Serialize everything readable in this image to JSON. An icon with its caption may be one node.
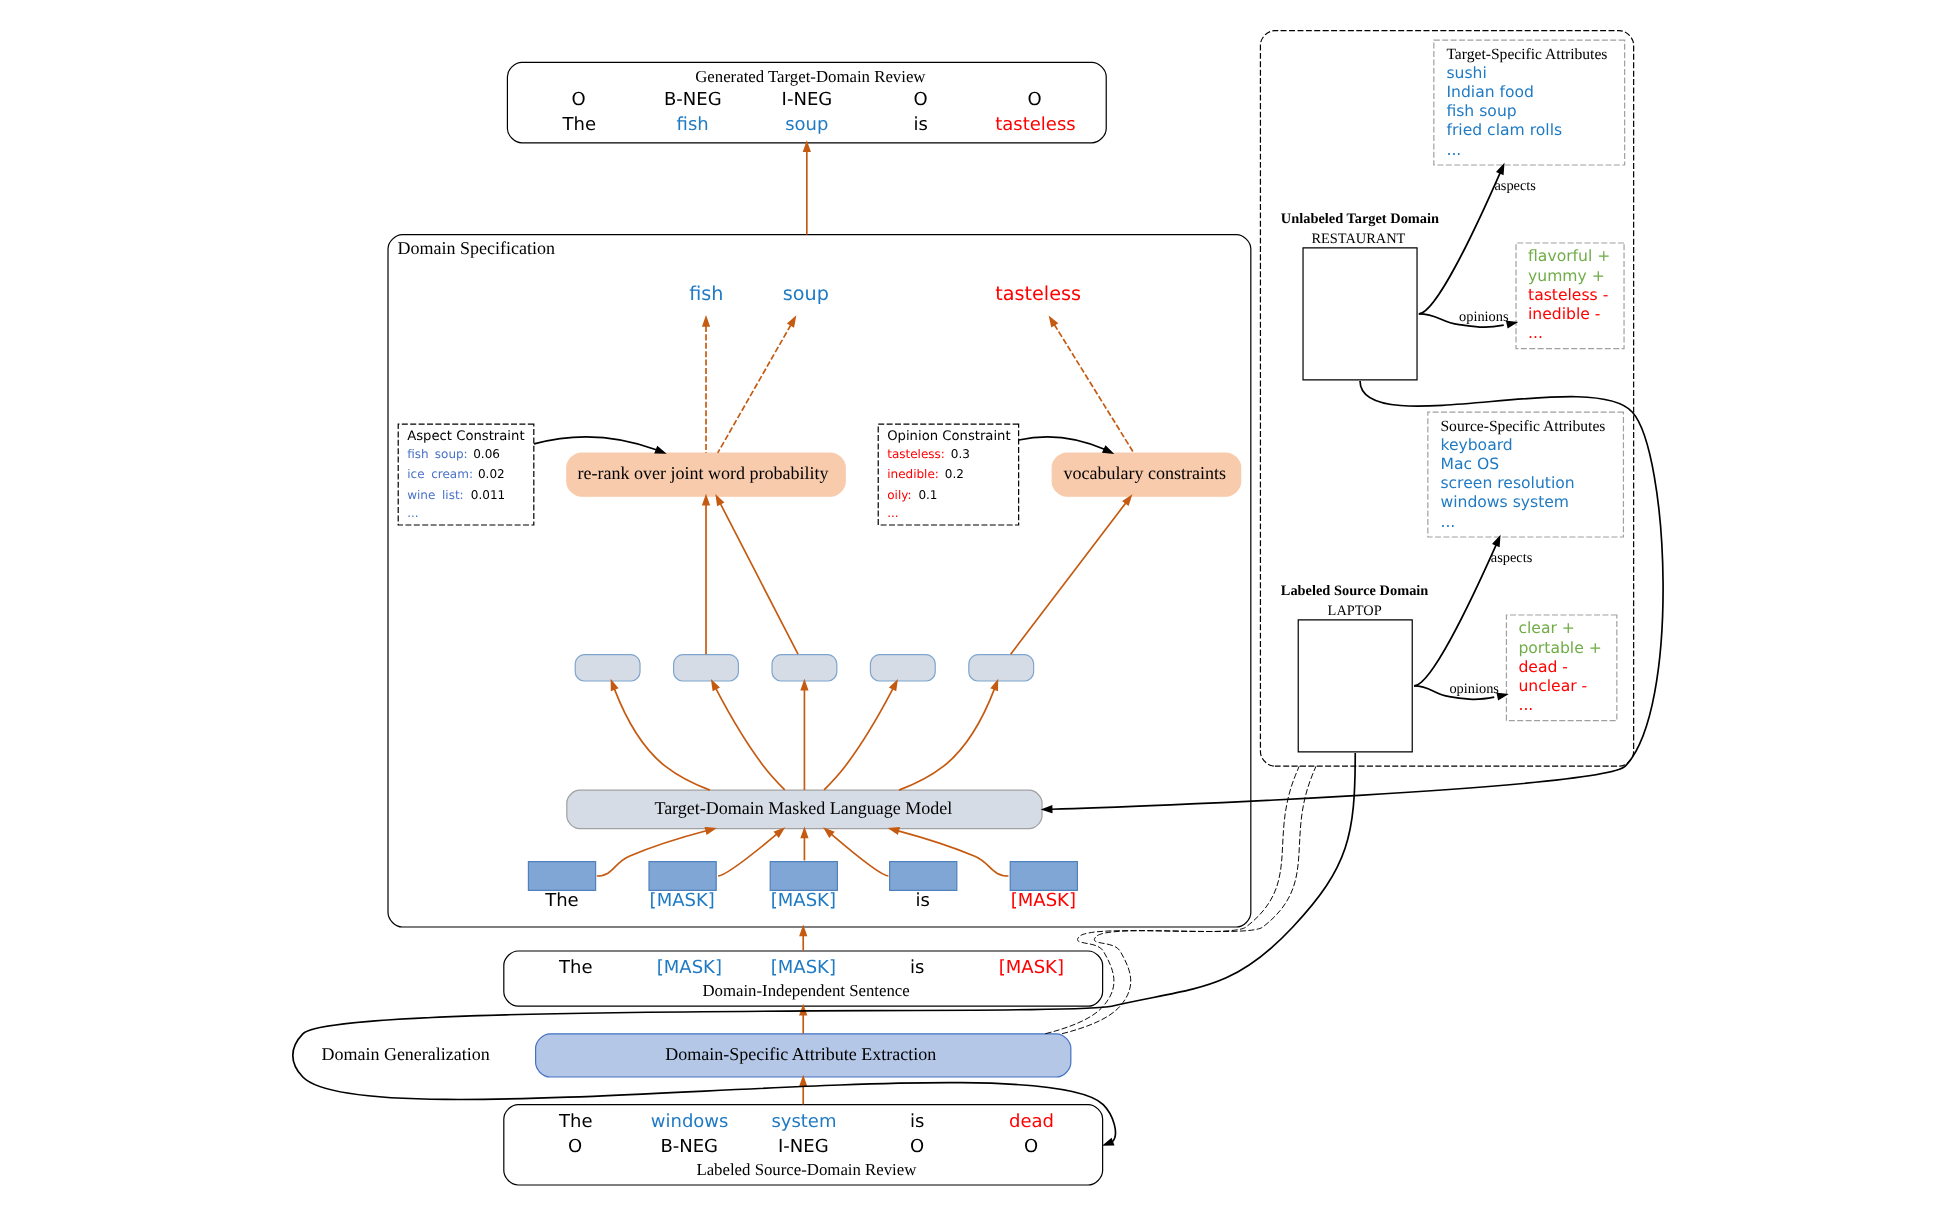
{
  "diagram": {
    "nodes": [
      {
        "text": [
          "Generated Target-Domain Review",
          "O B-NEG I-NEG O O",
          "The fish soup is tasteless"
        ]
      },
      {
        "text": [
          "Domain Specification"
        ]
      },
      {
        "text": [
          "Aspect Constraint",
          "fish soup: 0.06",
          "ice cream: 0.02",
          "wine list: 0.011",
          "..."
        ],
        "in": 1
      },
      {
        "text": [
          "fish"
        ],
        "in": 1
      },
      {
        "text": [
          "soup"
        ],
        "in": 1
      },
      {
        "text": [
          "Opinion Constraint",
          "tasteless: 0.3",
          "inedible: 0.2",
          "oily: 0.1",
          "..."
        ],
        "in": 1
      },
      {
        "text": [
          "tasteless"
        ],
        "in": 1
      },
      {
        "text": [
          "re-rank over joint word probability"
        ],
        "in": 1
      },
      {
        "text": [
          "vocabulary constraints"
        ],
        "in": 1
      },
      {
        "text": [],
        "shape": "box",
        "in": 1
      },
      {
        "text": [],
        "shape": "box",
        "in": 1
      },
      {
        "text": [],
        "shape": "box",
        "in": 1
      },
      {
        "text": [],
        "shape": "box",
        "in": 1
      },
      {
        "text": [],
        "shape": "box",
        "in": 1
      },
      {
        "text": [
          "Target-Domain Masked Language Model"
        ],
        "in": 1
      },
      {
        "text": [],
        "shape": "box",
        "in": 1,
        "beside": [
          "The"
        ]
      },
      {
        "text": [],
        "shape": "box",
        "in": 1,
        "beside": [
          "[MASK]"
        ]
      },
      {
        "text": [],
        "shape": "box",
        "in": 1,
        "beside": [
          "[MASK]"
        ]
      },
      {
        "text": [],
        "shape": "box",
        "in": 1,
        "beside": [
          "is"
        ]
      },
      {
        "text": [],
        "shape": "box",
        "in": 1,
        "beside": [
          "[MASK]"
        ]
      },
      {
        "text": [
          "The [MASK] [MASK] is [MASK]",
          "Domain-Independent Sentence"
        ]
      },
      {
        "text": [
          "Domain-Specific Attribute Extraction"
        ]
      },
      {
        "text": [
          "The windows system is dead",
          "O B-NEG I-NEG O O",
          "Labeled Source-Domain Review"
        ]
      },
      {
        "text": [],
        "shape": "box"
      },
      {
        "text": [
          "Unlabeled Target Domain",
          "RESTAURANT"
        ],
        "in": 23
      },
      {
        "text": [
          "Target-Specific Attributes",
          "sushi",
          "Indian food",
          "fish soup",
          "fried clam rolls",
          "..."
        ],
        "in": 23
      },
      {
        "text": [
          "flavorful +",
          "yummy +",
          "tasteless -",
          "inedible -",
          "..."
        ],
        "in": 23
      },
      {
        "text": [
          "Labeled Source Domain",
          "LAPTOP"
        ],
        "in": 23
      },
      {
        "text": [
          "Source-Specific Attributes",
          "keyboard",
          "Mac OS",
          "screen resolution",
          "windows system",
          "..."
        ],
        "in": 23
      },
      {
        "text": [
          "clear +",
          "portable +",
          "dead -",
          "unclear -",
          "..."
        ],
        "in": 23
      }
    ],
    "edges": [
      {
        "from": 15,
        "to": 14,
        "arrow": "to"
      },
      {
        "from": 16,
        "to": 14,
        "arrow": "to"
      },
      {
        "from": 17,
        "to": 14,
        "arrow": "to"
      },
      {
        "from": 18,
        "to": 14,
        "arrow": "to"
      },
      {
        "from": 19,
        "to": 14,
        "arrow": "to"
      },
      {
        "from": 14,
        "to": 9,
        "arrow": "to"
      },
      {
        "from": 14,
        "to": 10,
        "arrow": "to"
      },
      {
        "from": 14,
        "to": 11,
        "arrow": "to"
      },
      {
        "from": 14,
        "to": 12,
        "arrow": "to"
      },
      {
        "from": 14,
        "to": 13,
        "arrow": "to"
      },
      {
        "from": 10,
        "to": 7,
        "arrow": "to"
      },
      {
        "from": 11,
        "to": 7,
        "arrow": "to"
      },
      {
        "from": 13,
        "to": 8,
        "arrow": "to"
      },
      {
        "from": 2,
        "to": 7,
        "arrow": "to",
        "color": "#000000"
      },
      {
        "from": 5,
        "to": 8,
        "arrow": "to",
        "color": "#000000"
      },
      {
        "from": 7,
        "to": 3,
        "arrow": "to",
        "style": "dashed"
      },
      {
        "from": 7,
        "to": 4,
        "arrow": "to",
        "style": "dashed"
      },
      {
        "from": 8,
        "to": 6,
        "arrow": "to",
        "style": "dashed"
      },
      {
        "from": 1,
        "to": 0,
        "arrow": "to"
      },
      {
        "from": 20,
        "to": 1,
        "arrow": "to"
      },
      {
        "from": 21,
        "to": 20,
        "arrow": "to"
      },
      {
        "from": 22,
        "to": 21,
        "arrow": "to"
      },
      {
        "from": 21,
        "to": 23,
        "arrow": "none",
        "style": "dashed",
        "color": "#000000"
      },
      {
        "from": 21,
        "to": 23,
        "arrow": "none",
        "style": "dashed",
        "color": "#000000"
      },
      {
        "from": 24,
        "to": 25,
        "arrow": "to",
        "label": "aspects",
        "color": "#000000"
      },
      {
        "from": 24,
        "to": 26,
        "arrow": "to",
        "label": "opinions",
        "color": "#000000"
      },
      {
        "from": 27,
        "to": 28,
        "arrow": "to",
        "label": "aspects",
        "color": "#000000"
      },
      {
        "from": 27,
        "to": 29,
        "arrow": "to",
        "label": "opinions",
        "color": "#000000"
      },
      {
        "from": 24,
        "to": 14,
        "arrow": "to",
        "color": "#000000"
      },
      {
        "from": 27,
        "to": 22,
        "arrow": "to",
        "color": "#000000"
      }
    ],
    "labels": [
      "Domain Generalization"
    ]
  }
}
